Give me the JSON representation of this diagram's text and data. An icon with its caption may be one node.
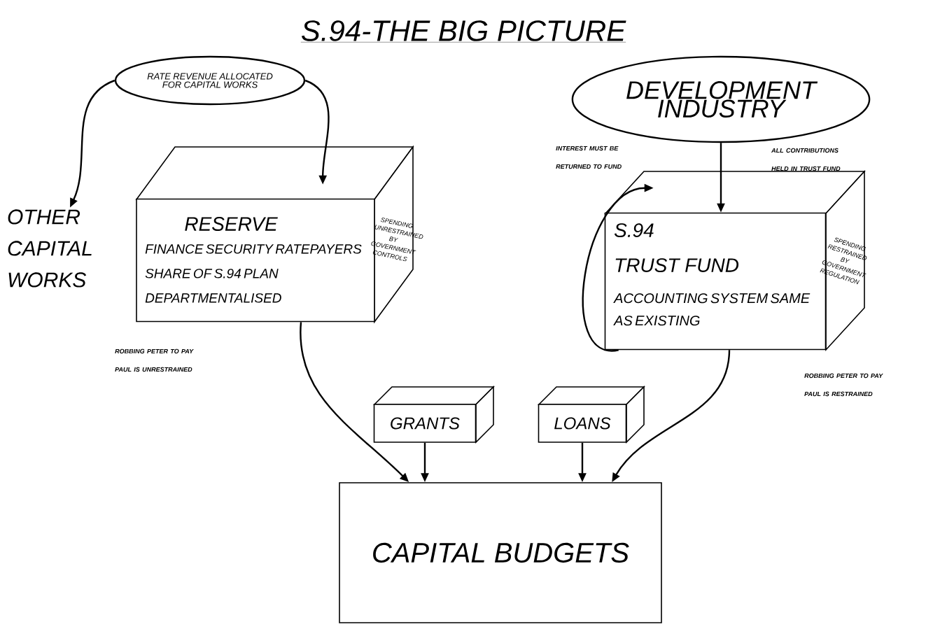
{
  "diagram": {
    "title": "S.94-THE BIG PICTURE",
    "nodes": [
      {
        "text": [
          "RATE REVENUE ALLOCATED FOR CAPITAL WORKS"
        ]
      },
      {
        "text": [
          "DEVELOPMENT INDUSTRY"
        ]
      },
      {
        "text": [
          "OTHER CAPITAL WORKS"
        ]
      },
      {
        "text": [
          "RESERVE",
          "FINANCE SECURITY RATEPAYERS SHARE OF S.94 PLAN DEPARTMENTALISED",
          "SPENDING UNRESTRAINED BY GOVERNMENT CONTROLS"
        ]
      },
      {
        "text": [
          "S.94",
          "TRUST FUND",
          "ACCOUNTING SYSTEM SAME AS EXISTING",
          "SPENDING RESTRAINED BY GOVERNMENT REGULATION"
        ]
      },
      {
        "text": [
          "GRANTS"
        ]
      },
      {
        "text": [
          "LOANS"
        ]
      },
      {
        "text": [
          "CAPITAL BUDGETS"
        ]
      }
    ],
    "edges": [
      {
        "from": 0,
        "to": 2,
        "arrow": "to"
      },
      {
        "from": 0,
        "to": 3,
        "arrow": "to"
      },
      {
        "from": 1,
        "to": 4,
        "arrow": "to"
      },
      {
        "from": 4,
        "to": 4,
        "arrow": "to"
      },
      {
        "from": 3,
        "to": 7,
        "arrow": "to"
      },
      {
        "from": 5,
        "to": 7,
        "arrow": "to"
      },
      {
        "from": 6,
        "to": 7,
        "arrow": "to"
      },
      {
        "from": 4,
        "to": 7,
        "arrow": "to"
      }
    ],
    "labels": [
      "INTEREST MUST BE RETURNED TO FUND",
      "ALL CONTRIBUTIONS HELD IN TRUST FUND",
      "ROBBING PETER TO PAY PAUL IS UNRESTRAINED",
      "ROBBING PETER TO PAY PAUL IS RESTRAINED"
    ]
  }
}
